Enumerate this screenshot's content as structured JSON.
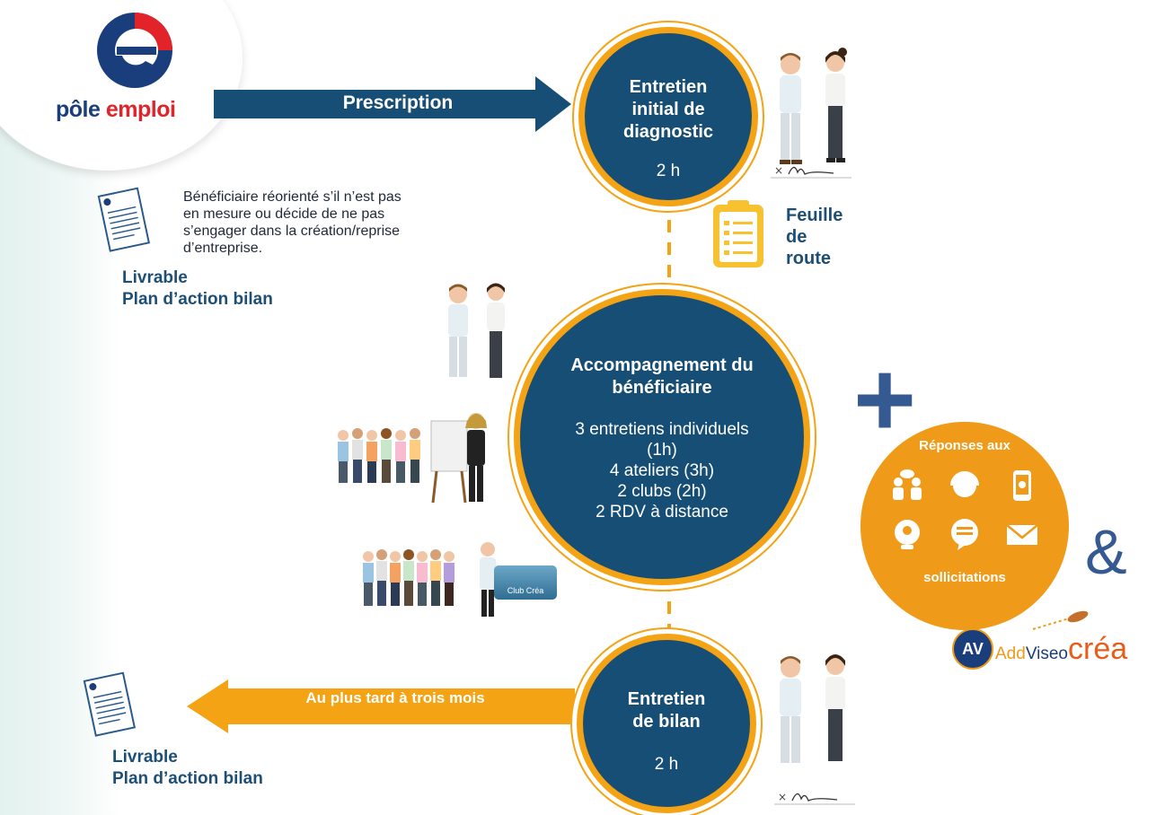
{
  "logo": {
    "name_part1": "pôle ",
    "name_part2": "emploi"
  },
  "prescription_arrow": {
    "label": "Prescription"
  },
  "circle_initial": {
    "title_line1": "Entretien",
    "title_line2": "initial de",
    "title_line3": "diagnostic",
    "duration": "2 h"
  },
  "feuille_de_route": {
    "line1": "Feuille",
    "line2": "de",
    "line3": "route"
  },
  "reorientation_note": {
    "line1": "Bénéficiaire réorienté s’il n’est pas",
    "line2": "en mesure ou décide de ne pas",
    "line3": "s’engager dans la création/reprise",
    "line4": "d’entreprise."
  },
  "livrable_top": {
    "line1": "Livrable",
    "line2": "Plan d’action bilan"
  },
  "circle_main": {
    "title_line1": "Accompagnement du",
    "title_line2": "bénéficiaire",
    "item1": "3 entretiens individuels",
    "item2": "(1h)",
    "item3": "4 ateliers (3h)",
    "item4": "2 clubs (2h)",
    "item5": "2 RDV à distance"
  },
  "club_sign": {
    "label": "Club Créa"
  },
  "plus_sign": {
    "text": "+"
  },
  "responses_disc": {
    "top_text": "Réponses aux",
    "bottom_text": "sollicitations",
    "icons": [
      "people-chat-icon",
      "headset-icon",
      "smartphone-icon",
      "webcam-icon",
      "chat-bubble-icon",
      "envelope-icon"
    ]
  },
  "ampersand": {
    "text": "&"
  },
  "addviseo": {
    "monogram": "AV",
    "word1": "Add",
    "word2": "Viseo",
    "word3": "créa"
  },
  "return_arrow": {
    "label": "Au plus tard à trois mois"
  },
  "livrable_bottom": {
    "line1": "Livrable",
    "line2": "Plan d’action bilan"
  },
  "circle_bilan": {
    "title_line1": "Entretien",
    "title_line2": "de bilan",
    "duration": "2 h"
  },
  "colors": {
    "navy": "#174e76",
    "orange": "#f3a314",
    "light_orange": "#ef9a18",
    "yellow": "#f7c12f",
    "plus_blue": "#355a92",
    "logo_blue": "#1a3d7c",
    "logo_red": "#e3232a"
  }
}
